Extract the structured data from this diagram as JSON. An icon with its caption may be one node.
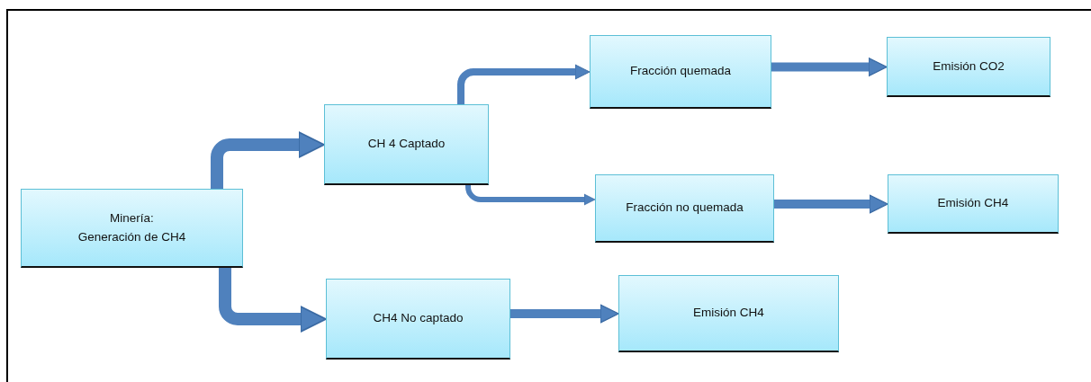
{
  "diagram": {
    "nodes": [
      {
        "text": [
          "Minería:",
          "Generación de CH4"
        ]
      },
      {
        "text": [
          "CH 4 Captado"
        ]
      },
      {
        "text": [
          "CH4 No captado"
        ]
      },
      {
        "text": [
          "Fracción quemada"
        ]
      },
      {
        "text": [
          "Fracción no quemada"
        ]
      },
      {
        "text": [
          "Emisión CO2"
        ]
      },
      {
        "text": [
          "Emisión CH4"
        ]
      },
      {
        "text": [
          "Emisión CH4"
        ]
      }
    ],
    "edges": [
      {
        "from": 0,
        "to": 1,
        "arrow": "to"
      },
      {
        "from": 0,
        "to": 2,
        "arrow": "to"
      },
      {
        "from": 1,
        "to": 3,
        "arrow": "to"
      },
      {
        "from": 1,
        "to": 4,
        "arrow": "to"
      },
      {
        "from": 3,
        "to": 5,
        "arrow": "to"
      },
      {
        "from": 4,
        "to": 6,
        "arrow": "to"
      },
      {
        "from": 2,
        "to": 7,
        "arrow": "to"
      }
    ]
  }
}
